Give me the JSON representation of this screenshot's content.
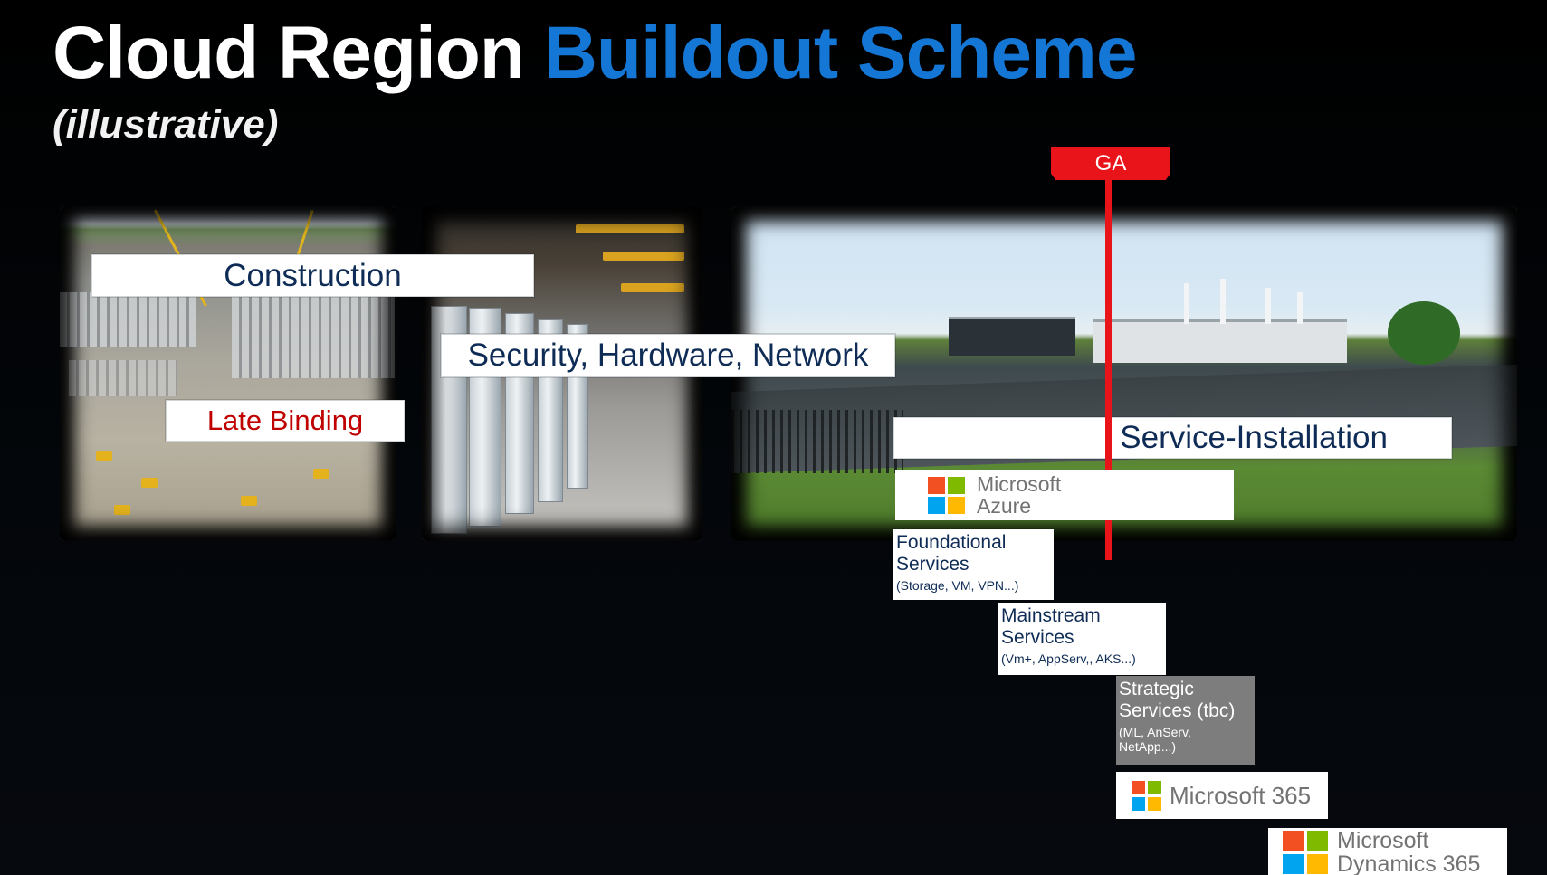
{
  "slide": {
    "title_white": "Cloud Region",
    "title_blue": "Buildout Scheme",
    "subtitle": "(illustrative)"
  },
  "colors": {
    "title_blue": "#1477d6",
    "ga_red": "#e8141a",
    "label_navy": "#0e2c55",
    "late_binding_red": "#c00000",
    "strategic_grey": "#7d7d7d"
  },
  "marker": {
    "label": "GA"
  },
  "phases": {
    "construction": "Construction",
    "late_binding": "Late Binding",
    "hardware": "Security, Hardware, Network",
    "service_installation": "Service-Installation"
  },
  "products": {
    "azure": {
      "line1": "Microsoft",
      "line2": "Azure",
      "icon": "microsoft-logo-icon"
    },
    "m365": {
      "label": "Microsoft 365",
      "icon": "microsoft-logo-icon"
    },
    "dynamics": {
      "line1": "Microsoft",
      "line2": "Dynamics 365",
      "icon": "microsoft-logo-icon"
    }
  },
  "services": [
    {
      "title1": "Foundational",
      "title2": "Services",
      "detail": "(Storage, VM, VPN...)"
    },
    {
      "title1": "Mainstream",
      "title2": "Services",
      "detail": "(Vm+, AppServ,, AKS...)"
    },
    {
      "title1": "Strategic",
      "title2": "Services (tbc)",
      "detail1": "(ML, AnServ,",
      "detail2": "NetApp...)"
    }
  ]
}
